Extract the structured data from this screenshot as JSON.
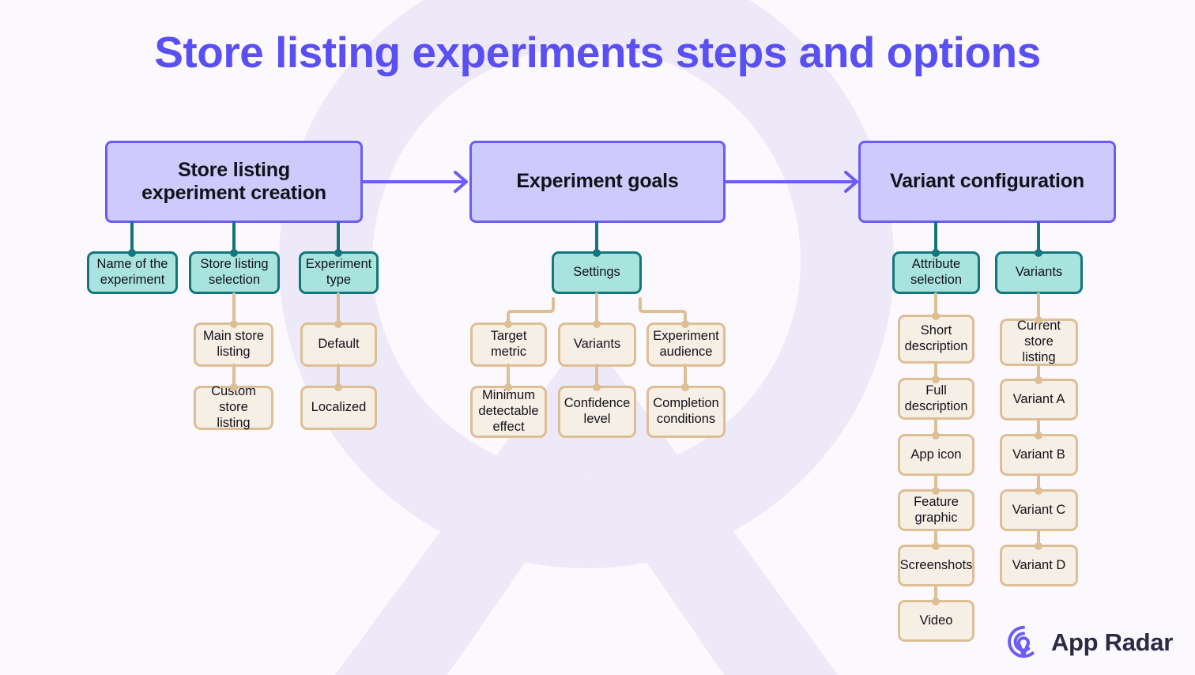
{
  "page": {
    "title": "Store listing experiments steps and options",
    "background_color": "#fbfafd",
    "watermark_color": "#eceaf8"
  },
  "theme": {
    "title_color": "#5a4ff3",
    "main_fill": "#cecafb",
    "main_border": "#6b5cf6",
    "teal_fill": "#a9e3dd",
    "teal_border": "#14757c",
    "beige_fill": "#f6efe5",
    "beige_border": "#ddbf96",
    "arrow_color": "#6b5cf6",
    "text_color": "#12121a"
  },
  "brand": {
    "name": "App Radar",
    "logo_icon": "app-radar-logo-icon",
    "logo_color": "#6b5cf6",
    "text_color": "#2b2b45"
  },
  "flow": {
    "steps": [
      {
        "id": "step-1",
        "label": "Store listing\nexperiment creation",
        "line1": "Store listing",
        "line2": "experiment creation",
        "children": [
          {
            "id": "name-of-the-experiment",
            "line1": "Name of the",
            "line2": "experiment",
            "options": []
          },
          {
            "id": "store-listing-selection",
            "line1": "Store listing",
            "line2": "selection",
            "options": [
              {
                "id": "main-store-listing",
                "line1": "Main store",
                "line2": "listing"
              },
              {
                "id": "custom-store-listing",
                "line1": "Custom",
                "line2": "store listing"
              }
            ]
          },
          {
            "id": "experiment-type",
            "line1": "Experiment",
            "line2": "type",
            "options": [
              {
                "id": "default",
                "line1": "Default",
                "line2": ""
              },
              {
                "id": "localized",
                "line1": "Localized",
                "line2": ""
              }
            ]
          }
        ]
      },
      {
        "id": "step-2",
        "label": "Experiment goals",
        "line1": "Experiment goals",
        "line2": "",
        "children": [
          {
            "id": "settings",
            "line1": "Settings",
            "line2": "",
            "options": [
              {
                "id": "target-metric",
                "line1": "Target",
                "line2": "metric"
              },
              {
                "id": "minimum-detectable-effect",
                "line1": "Minimum",
                "line2": "detectable",
                "line3": "effect"
              },
              {
                "id": "variants",
                "line1": "Variants",
                "line2": ""
              },
              {
                "id": "confidence-level",
                "line1": "Confidence",
                "line2": "level"
              },
              {
                "id": "experiment-audience",
                "line1": "Experiment",
                "line2": "audience"
              },
              {
                "id": "completion-conditions",
                "line1": "Completion",
                "line2": "conditions"
              }
            ]
          }
        ]
      },
      {
        "id": "step-3",
        "label": "Variant configuration",
        "line1": "Variant configuration",
        "line2": "",
        "children": [
          {
            "id": "attribute-selection",
            "line1": "Attribute",
            "line2": "selection",
            "options": [
              {
                "id": "short-description",
                "line1": "Short",
                "line2": "description"
              },
              {
                "id": "full-description",
                "line1": "Full",
                "line2": "description"
              },
              {
                "id": "app-icon",
                "line1": "App icon",
                "line2": ""
              },
              {
                "id": "feature-graphic",
                "line1": "Feature",
                "line2": "graphic"
              },
              {
                "id": "screenshots",
                "line1": "Screenshots",
                "line2": ""
              },
              {
                "id": "video",
                "line1": "Video",
                "line2": ""
              }
            ]
          },
          {
            "id": "variants-config",
            "line1": "Variants",
            "line2": "",
            "options": [
              {
                "id": "current-store-listing",
                "line1": "Current store",
                "line2": "listing"
              },
              {
                "id": "variant-a",
                "line1": "Variant A",
                "line2": ""
              },
              {
                "id": "variant-b",
                "line1": "Variant B",
                "line2": ""
              },
              {
                "id": "variant-c",
                "line1": "Variant C",
                "line2": ""
              },
              {
                "id": "variant-d",
                "line1": "Variant D",
                "line2": ""
              }
            ]
          }
        ]
      }
    ]
  }
}
